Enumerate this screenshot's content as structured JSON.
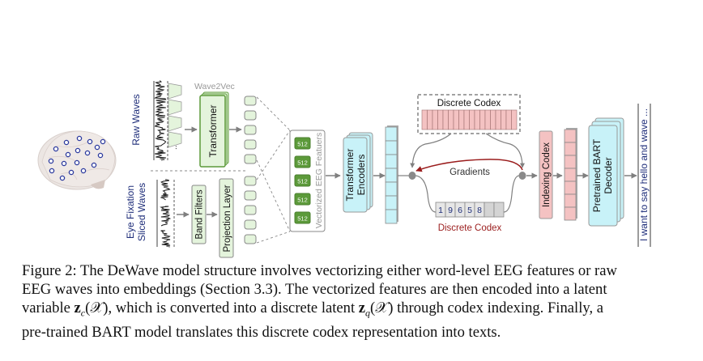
{
  "figure": {
    "input": {
      "raw_waves_label": "Raw Waves",
      "eye_fixation_label_line1": "Eye Fixation",
      "eye_fixation_label_line2": "Sliced  Waves",
      "ellipsis": "..."
    },
    "wave2vec": {
      "title": "Wave2Vec",
      "transformer_label": "Transformer"
    },
    "band_filters_label": "Band Filters",
    "projection_layer_label": "Projection Layer",
    "vectorized_features": {
      "label": "Vectorized EEG Featuers",
      "cells": [
        "512",
        "512",
        "512",
        "512",
        "512"
      ]
    },
    "transformer_encoders": {
      "line1": "Transformer",
      "line2": "Encoders"
    },
    "codex_top_label": "Discrete Codex",
    "gradients_label": "Gradients",
    "codex_indices": [
      "1",
      "9",
      "6",
      "5",
      "8",
      "",
      ""
    ],
    "codex_bottom_label": "Discrete Codex",
    "indexing_codex_label": "Indexing Codex",
    "decoder": {
      "line1": "Pretrained BART",
      "line2": "Decoder"
    },
    "output_text": "I want to say hello and wave ...",
    "colors": {
      "green_fill": "#e4f4dc",
      "green_dark": "#5c9a3a",
      "cyan_fill": "#c8f2f8",
      "pink_fill": "#f4c2c2",
      "gray": "#7f7f7f",
      "navy": "#1f2e7a",
      "gradient_red": "#9a1c1c"
    }
  },
  "caption": {
    "line1": "Figure 2: The DeWave model structure involves vectorizing either word-level EEG features or raw",
    "line2": "EEG waves into embeddings (Section 3.3). The vectorized features are then encoded into a latent",
    "line3_a": "variable ",
    "zc": "z",
    "zc_sub": "c",
    "chi": "(𝒳)",
    "line3_b": ", which is converted into a discrete latent ",
    "zq": "z",
    "zq_sub": "q",
    "chi2": "(𝒳)",
    "line3_c": " through codex indexing. Finally, a",
    "line4": "pre-trained BART model translates this discrete codex representation into texts."
  }
}
